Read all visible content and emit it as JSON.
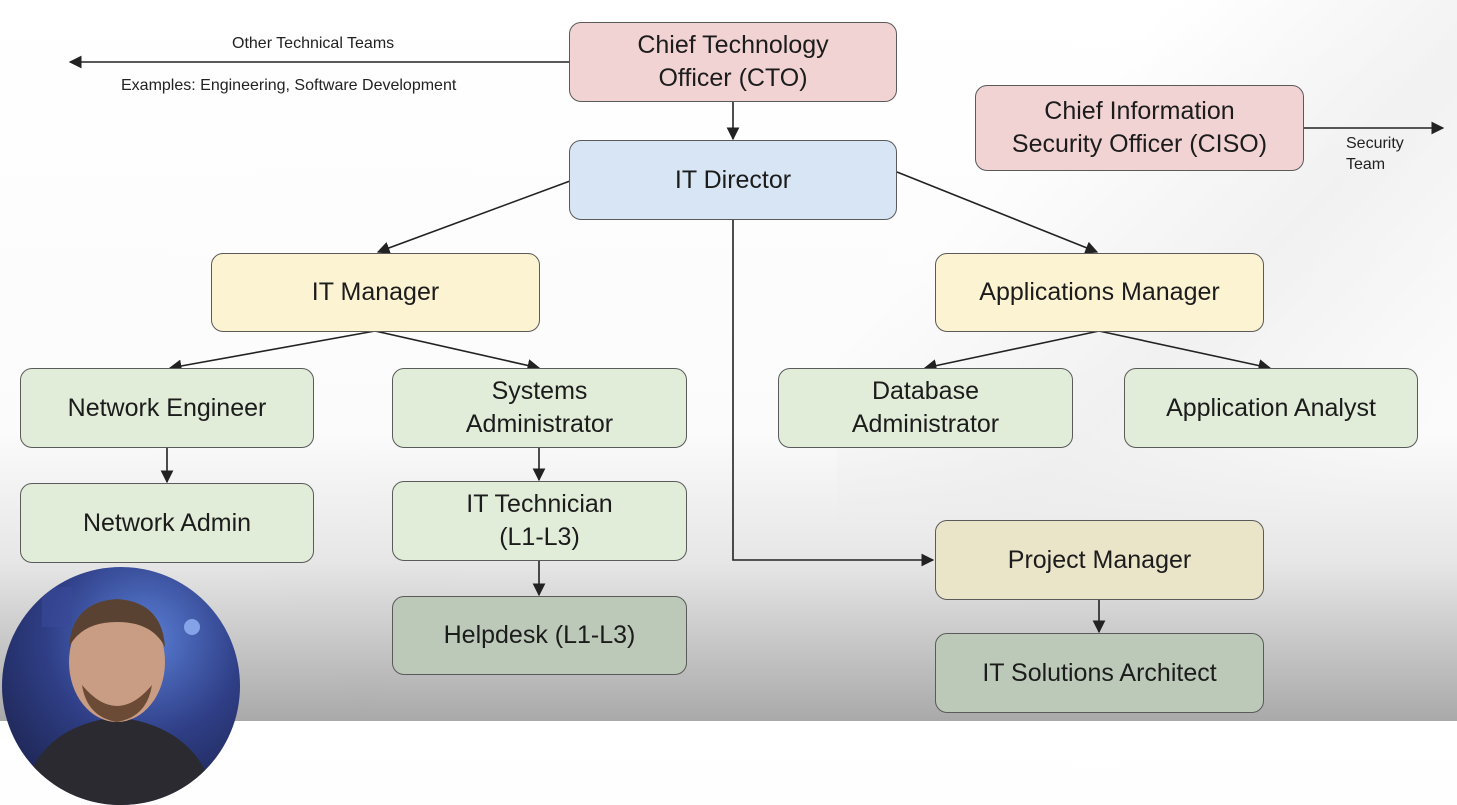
{
  "annotations": {
    "other_teams": "Other Technical Teams",
    "other_teams_examples": "Examples: Engineering, Software Development",
    "security_team": "Security\nTeam"
  },
  "nodes": {
    "cto": "Chief Technology\nOfficer (CTO)",
    "ciso": "Chief Information\nSecurity Officer (CISO)",
    "it_director": "IT Director",
    "it_manager": "IT Manager",
    "applications_manager": "Applications Manager",
    "network_engineer": "Network Engineer",
    "systems_administrator": "Systems\nAdministrator",
    "database_administrator": "Database\nAdministrator",
    "application_analyst": "Application Analyst",
    "network_admin": "Network Admin",
    "it_technician": "IT Technician\n(L1-L3)",
    "helpdesk": "Helpdesk (L1-L3)",
    "project_manager": "Project Manager",
    "it_solutions_architect": "IT Solutions Architect"
  },
  "colors": {
    "executive": "#f2d3d3",
    "director": "#d7e5f4",
    "manager": "#fcf3d2",
    "staff": "#e1ecd9",
    "project": "#eae4c9",
    "support": "#bcc9b8",
    "line": "#222222"
  }
}
